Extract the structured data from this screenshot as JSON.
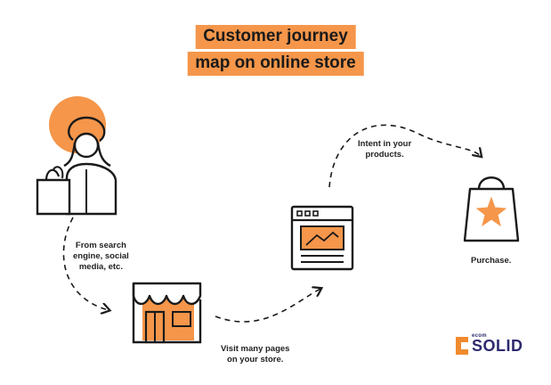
{
  "title": {
    "line1": "Customer journey",
    "line2": "map on online store"
  },
  "steps": [
    {
      "label_lines": [
        "From search",
        "engine, social",
        "media, etc."
      ]
    },
    {
      "label_lines": [
        "Visit many pages",
        "on your store."
      ]
    },
    {
      "label_lines": [
        "Intent in your",
        "products."
      ]
    },
    {
      "label_lines": [
        "Purchase."
      ]
    }
  ],
  "logo": {
    "small": "ecom",
    "main": "SOLID"
  },
  "colors": {
    "accent": "#f5964a",
    "stroke": "#1a1a1a",
    "logo_text": "#2d2a6e",
    "logo_mark": "#f08a2e"
  },
  "icons": [
    "shopper-icon",
    "storefront-icon",
    "browser-window-icon",
    "shopping-bag-star-icon"
  ]
}
